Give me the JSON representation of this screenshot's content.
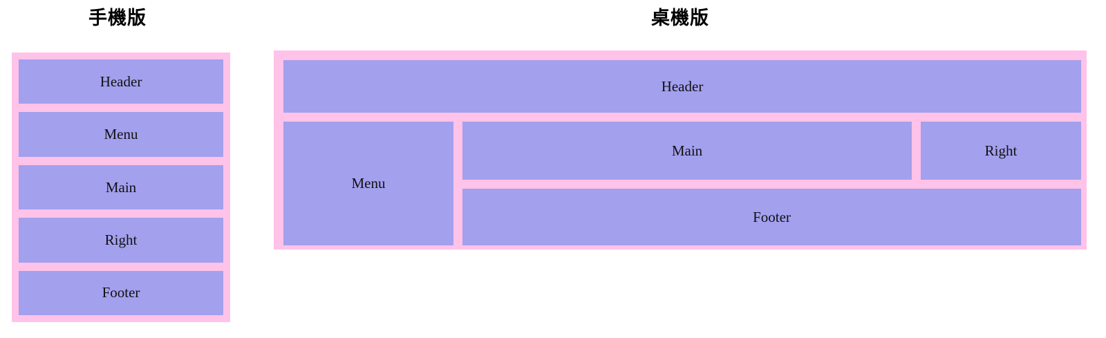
{
  "page": {
    "background_color": "#ffffff",
    "wireframe_border_color": "#ffc2e8",
    "wireframe_block_color": "#a3a0ee",
    "text_color": "#111111"
  },
  "mobile": {
    "title": "手機版",
    "blocks": [
      {
        "label": "Header"
      },
      {
        "label": "Menu"
      },
      {
        "label": "Main"
      },
      {
        "label": "Right"
      },
      {
        "label": "Footer"
      }
    ]
  },
  "desktop": {
    "title": "桌機版",
    "blocks": [
      {
        "label": "Header"
      },
      {
        "label": "Menu"
      },
      {
        "label": "Main"
      },
      {
        "label": "Right"
      },
      {
        "label": "Footer"
      }
    ]
  }
}
